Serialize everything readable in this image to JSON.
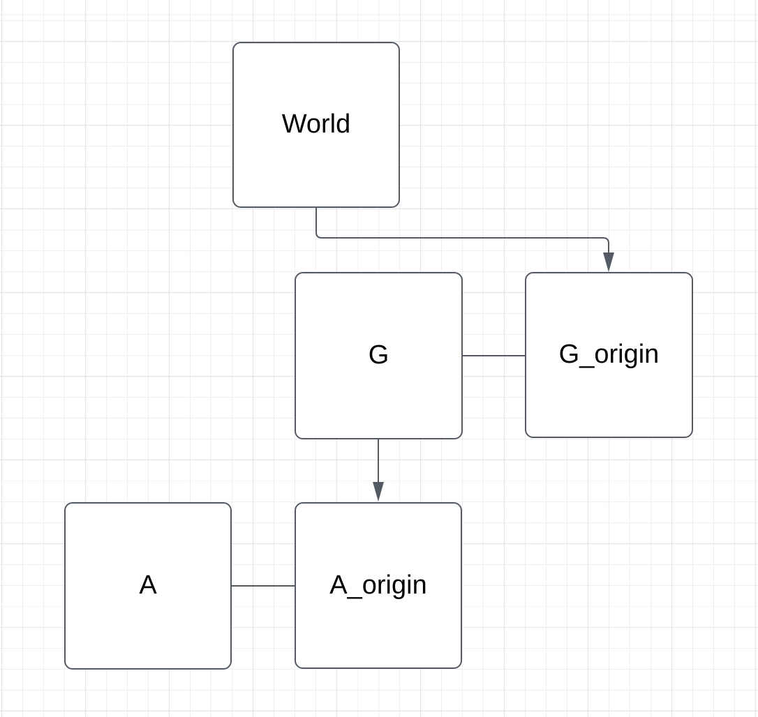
{
  "diagram": {
    "nodes": {
      "world": {
        "label": "World"
      },
      "g": {
        "label": "G"
      },
      "g_origin": {
        "label": "G_origin"
      },
      "a": {
        "label": "A"
      },
      "a_origin": {
        "label": "A_origin"
      }
    },
    "edges": [
      {
        "from": "World",
        "to": "G_origin",
        "style": "orthogonal",
        "arrowhead": true
      },
      {
        "from": "G",
        "to": "G_origin",
        "style": "straight",
        "arrowhead": false
      },
      {
        "from": "G",
        "to": "A_origin",
        "style": "straight",
        "arrowhead": true
      },
      {
        "from": "A",
        "to": "A_origin",
        "style": "straight",
        "arrowhead": false
      }
    ],
    "colors": {
      "stroke": "#545a64",
      "node_fill": "#ffffff",
      "label_text": "#000000",
      "grid_minor": "#eeeeee",
      "grid_major": "#e2e2e2",
      "background": "#ffffff"
    }
  }
}
